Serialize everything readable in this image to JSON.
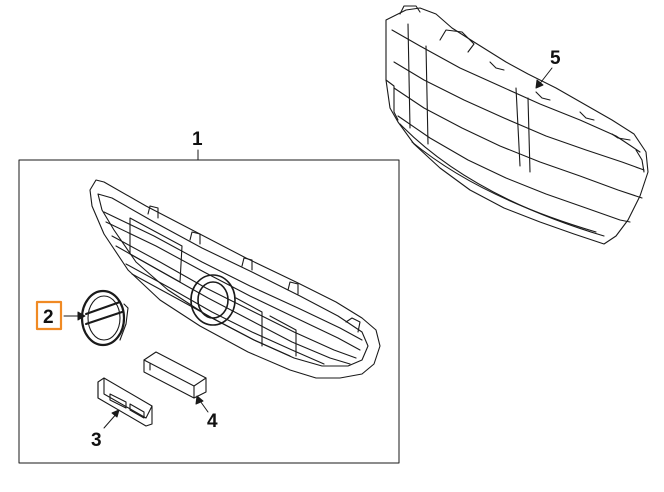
{
  "callouts": [
    {
      "id": "1",
      "label": "1"
    },
    {
      "id": "2",
      "label": "2",
      "highlighted": true
    },
    {
      "id": "3",
      "label": "3"
    },
    {
      "id": "4",
      "label": "4"
    },
    {
      "id": "5",
      "label": "5"
    }
  ],
  "colors": {
    "line": "#1a1a1a",
    "highlight": "#f08a24",
    "background": "#ffffff"
  }
}
